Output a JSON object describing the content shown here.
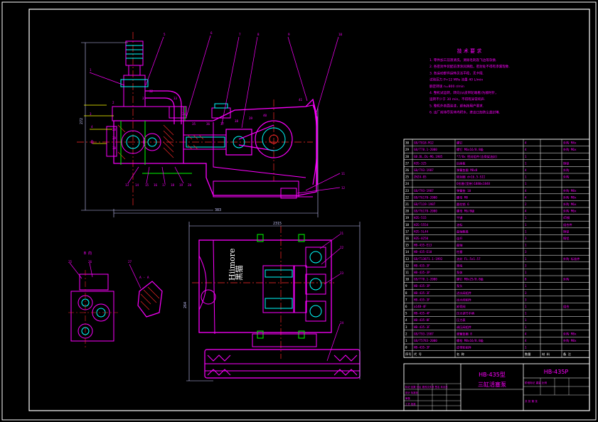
{
  "colors": {
    "background": "#000000",
    "frame": "#ffffff",
    "part_outline": "#ff00ff",
    "cyan": "#00ffff",
    "red": "#ff2a2a",
    "yellow": "#ffff00",
    "green": "#00ff00",
    "grey": "#b0b0b0",
    "dim": "#c8c8ff"
  },
  "drawing": {
    "dimensions": {
      "height_left": "272",
      "width_main": "383",
      "top_width": "2315",
      "side_height": "264"
    },
    "view_labels": {
      "dir_d": "D",
      "view_b": "B 向",
      "section_aa": "A - A"
    },
    "brand": {
      "chinese": "黑猫",
      "latin": "Hiimore"
    },
    "balloons": [
      "1",
      "2",
      "3",
      "4",
      "5",
      "6",
      "7",
      "8",
      "9",
      "10",
      "11",
      "12",
      "13",
      "14",
      "15",
      "16",
      "17",
      "18",
      "19",
      "20",
      "21",
      "22",
      "23",
      "24",
      "25",
      "26",
      "27",
      "28",
      "29",
      "30",
      "31",
      "32",
      "33",
      "34",
      "35",
      "36",
      "37",
      "38",
      "39",
      "40",
      "41"
    ],
    "tech_req": {
      "title": "技 术 要 求",
      "lines": [
        "1. 零件加工前须清洗，清除毛刺及飞边等杂质.",
        "2. 各密封件装配前须涂润滑脂，密封处不得有渗漏现象.",
        "3. 各运动部件运转灵活平稳，无卡阻.",
        "   试验压力 P=12 MPa    流量 40 L/min",
        "   额定转速 n=800 r/min",
        "4. 整机试运转，转向(从皮带轮端看)为顺时针，",
        "   运转不少于 30 min，不得有异常响声.",
        "5. 整机外表面涂漆，颜色按用户要求.",
        "6. 出厂前排尽泵体内积水，进出口加防尘盖封堵."
      ]
    },
    "parts_list": [
      [
        "30",
        "GB/T818-M12",
        "螺钉",
        "4",
        "",
        "外购 M4x"
      ],
      [
        "29",
        "GB/T70.1-2000",
        "螺钉 M6x16/8.8级",
        "4",
        "",
        "外购 M6x"
      ],
      [
        "28",
        "GB.DL.DL-M6.1985",
        "*7/8x 密封组件(含骨架油封)",
        "1",
        "",
        ""
      ],
      [
        "27",
        "HZG-325",
        "后座板",
        "1",
        "",
        "铸铁"
      ],
      [
        "26",
        "GB/T93-1987",
        "弹簧垫圈 M8x8",
        "4",
        "",
        "外购"
      ],
      [
        "25",
        "ZHZ4-05",
        "密封圈 d=16.5-SII",
        "1",
        "",
        "外购"
      ],
      [
        "24",
        "",
        "O形圈(宽带)1880x1848",
        "1",
        "",
        ""
      ],
      [
        "23",
        "GB/T93-1987",
        "弹簧垫 10",
        "4",
        "",
        "外购 M8x"
      ],
      [
        "22",
        "GB/T6170-2000",
        "螺母 M8",
        "4",
        "",
        "外购 M8x"
      ],
      [
        "21",
        "GB/T119-1987",
        "圆柱销 6",
        "2",
        "",
        "外购 M6x"
      ],
      [
        "20",
        "GB/T6170-2000",
        "螺母 M6/8级",
        "4",
        "",
        "外购 M6x"
      ],
      [
        "19",
        "HZG-515",
        "平键",
        "1",
        "",
        "45钢"
      ],
      [
        "18",
        "HZG-5554",
        "油标",
        "1",
        "",
        "组合件"
      ],
      [
        "17",
        "HZG-5L44",
        "曲轴箱盖",
        "1",
        "",
        "铸铁"
      ],
      [
        "16",
        "HZG-0250",
        "连杆",
        "3",
        "",
        "铸铝"
      ],
      [
        "15",
        "HB-435-E13",
        "曲轴",
        "1",
        "",
        ""
      ],
      [
        "14",
        "HB-435-E10",
        "柱塞",
        "3",
        "",
        ""
      ],
      [
        "13",
        "GB/T13871.1-1992",
        "油封 FL.5x1.57",
        "1",
        "",
        "外购 标准件"
      ],
      [
        "12",
        "HB-435-3F",
        "滑块",
        "3",
        "",
        ""
      ],
      [
        "11",
        "HB-435-3P",
        "泵体",
        "1",
        "",
        ""
      ],
      [
        "10",
        "GB/T70.1-2000",
        "螺钉 M8x25/8.8级",
        "8",
        "",
        "外购"
      ],
      [
        "9",
        "HB-435-3P",
        "泵头",
        "1",
        "",
        ""
      ],
      [
        "8",
        "HB-435-3F",
        "进水阀组件",
        "3",
        "",
        ""
      ],
      [
        "7",
        "HB-435-3F",
        "出水阀组件",
        "3",
        "",
        ""
      ],
      [
        "6",
        "a14B-4F",
        "卸荷阀",
        "1",
        "",
        "组合"
      ],
      [
        "5",
        "HB-435-4F",
        "压力调节手柄",
        "1",
        "",
        ""
      ],
      [
        "4",
        "HB-435-8F",
        "压力表",
        "1",
        "",
        ""
      ],
      [
        "3",
        "HB-435-3F",
        "调压阀组件",
        "1",
        "",
        ""
      ],
      [
        "2",
        "GB/T93-1987",
        "弹簧垫圈 8",
        "4",
        "",
        "外购 M8x"
      ],
      [
        "1",
        "GB/T5783-2000",
        "螺栓 M8x16/8.8级",
        "4",
        "",
        "外购 M8x"
      ],
      [
        "0",
        "HB-435-3F",
        "皮带轮组件",
        "1",
        "",
        ""
      ]
    ],
    "table_header": [
      "序号",
      "代 号",
      "名 称",
      "数量",
      "材 料",
      "备 注"
    ],
    "title_block": {
      "product_name": "HB-435型",
      "product_title": "三缸活塞泵",
      "drawing_no": "HB-435P",
      "sign_rows": [
        "标记 处数 分区 更改文件号 签名 年月日",
        "设计      标准化",
        "审核",
        "工艺      批准"
      ],
      "scale_label": "阶段标记 重量 比例",
      "sheet_label": "共 张 第 张"
    }
  }
}
